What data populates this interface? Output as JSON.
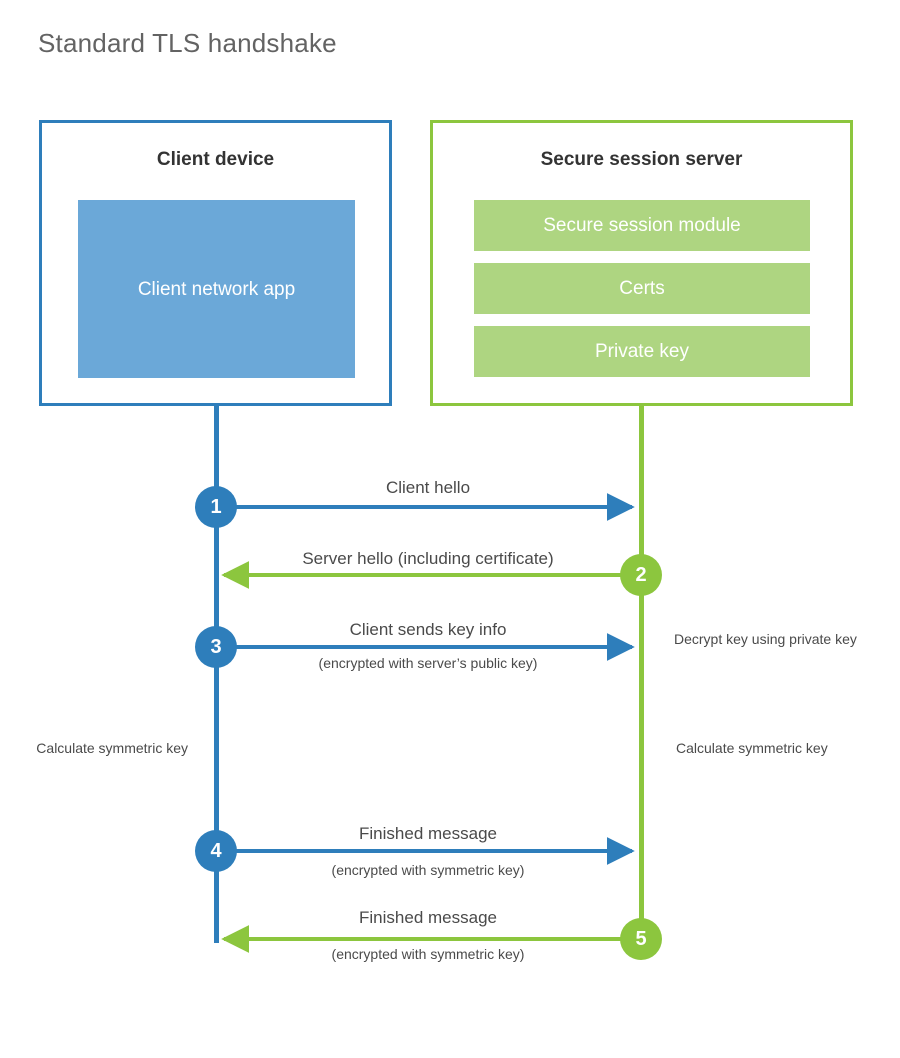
{
  "title": "Standard TLS handshake",
  "colors": {
    "client_accent": "#2E7EBB",
    "client_app_fill": "#6BA8D8",
    "server_accent": "#8CC63E",
    "server_module_fill": "#AED581",
    "text": "#4A4A4A",
    "title_text": "#636363",
    "background": "#FFFFFF"
  },
  "client": {
    "title": "Client device",
    "app_label": "Client network app"
  },
  "server": {
    "title": "Secure session server",
    "modules": [
      {
        "label": "Secure session module"
      },
      {
        "label": "Certs"
      },
      {
        "label": "Private key"
      }
    ]
  },
  "steps": [
    {
      "number": "1",
      "label": "Client hello",
      "sublabel": "",
      "direction": "client-to-server",
      "actor": "client"
    },
    {
      "number": "2",
      "label": "Server hello (including certificate)",
      "sublabel": "",
      "direction": "server-to-client",
      "actor": "server"
    },
    {
      "number": "3",
      "label": "Client sends key info",
      "sublabel": "(encrypted with server’s public key)",
      "direction": "client-to-server",
      "actor": "client"
    },
    {
      "number": "4",
      "label": "Finished message",
      "sublabel": "(encrypted with symmetric key)",
      "direction": "client-to-server",
      "actor": "client"
    },
    {
      "number": "5",
      "label": "Finished message",
      "sublabel": "(encrypted with symmetric key)",
      "direction": "server-to-client",
      "actor": "server"
    }
  ],
  "annotations": {
    "decrypt_key": "Decrypt key using private key",
    "calculate_symmetric_key_client": "Calculate symmetric key",
    "calculate_symmetric_key_server": "Calculate symmetric key"
  }
}
